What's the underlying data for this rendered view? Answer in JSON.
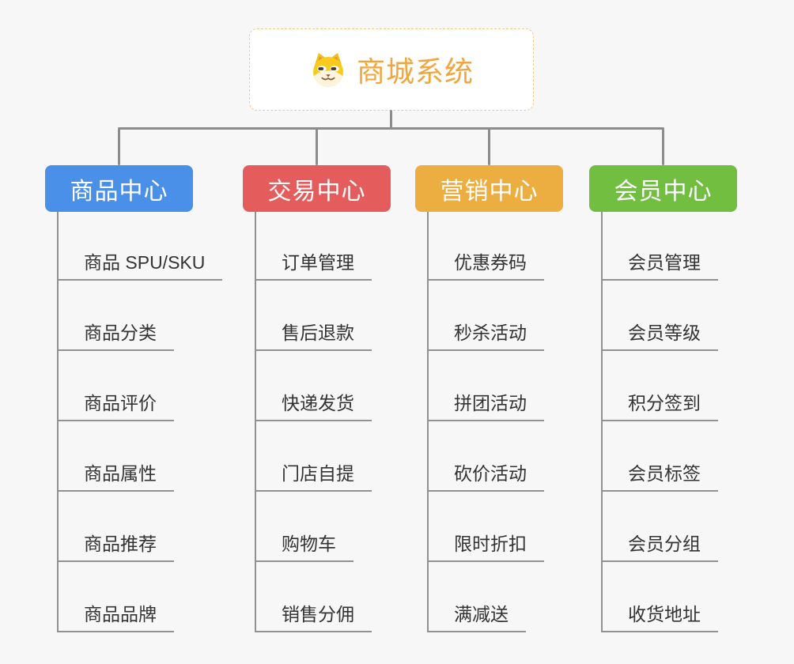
{
  "root": {
    "title": "商城系统",
    "icon": "dog-face-icon",
    "accent_color": "#F0A63E",
    "border_color": "#F2C98E"
  },
  "background_color": "#F7F7F7",
  "connector_color": "#8C8C8C",
  "leaf_line_color": "#919191",
  "branches": [
    {
      "label": "商品中心",
      "color": "#4B90E8",
      "children": [
        "商品 SPU/SKU",
        "商品分类",
        "商品评价",
        "商品属性",
        "商品推荐",
        "商品品牌"
      ]
    },
    {
      "label": "交易中心",
      "color": "#E55C5C",
      "children": [
        "订单管理",
        "售后退款",
        "快递发货",
        "门店自提",
        "购物车",
        "销售分佣"
      ]
    },
    {
      "label": "营销中心",
      "color": "#ECAE41",
      "children": [
        "优惠券码",
        "秒杀活动",
        "拼团活动",
        "砍价活动",
        "限时折扣",
        "满减送"
      ]
    },
    {
      "label": "会员中心",
      "color": "#71BE41",
      "children": [
        "会员管理",
        "会员等级",
        "积分签到",
        "会员标签",
        "会员分组",
        "收货地址"
      ]
    }
  ]
}
